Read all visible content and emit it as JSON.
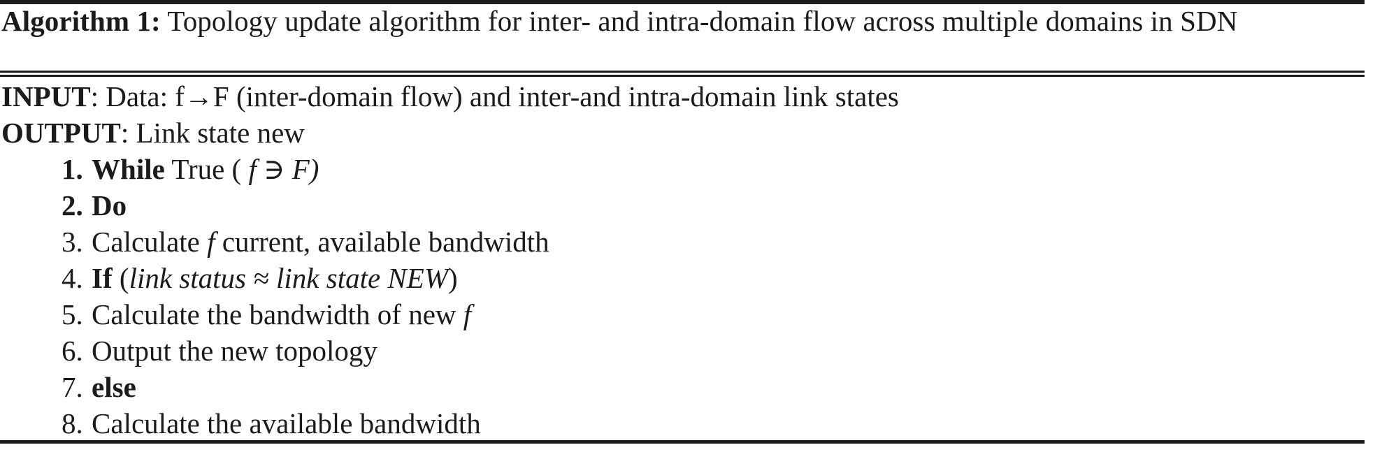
{
  "document": {
    "kind": "algorithm-float",
    "background_color": "#ffffff",
    "text_color": "#1b1b1b",
    "rule_color": "#1b1b1b"
  },
  "caption": {
    "label": "Algorithm 1:",
    "title": "Topology update algorithm for inter- and intra-domain flow across multiple domains in SDN"
  },
  "io": [
    {
      "label": "INPUT",
      "separator": ":",
      "text": "Data: f→F (inter-domain flow) and inter-and intra-domain link states"
    },
    {
      "label": "OUTPUT",
      "separator": ":",
      "text": "Link state new"
    }
  ],
  "steps": [
    {
      "number": "1.",
      "number_bold": true,
      "parts": [
        {
          "text": "While",
          "style": "bold"
        },
        {
          "text": " True ( ",
          "style": "normal"
        },
        {
          "text": "f",
          "style": "italic"
        },
        {
          "text": " ∋ ",
          "style": "normal"
        },
        {
          "text": "F)",
          "style": "italic"
        }
      ],
      "plain": "1. While True ( f ∋ F)"
    },
    {
      "number": "2.",
      "number_bold": true,
      "parts": [
        {
          "text": "Do",
          "style": "bold"
        }
      ],
      "plain": "2. Do"
    },
    {
      "number": "3.",
      "number_bold": false,
      "parts": [
        {
          "text": "Calculate ",
          "style": "normal"
        },
        {
          "text": "f",
          "style": "italic"
        },
        {
          "text": " current, available bandwidth",
          "style": "normal"
        }
      ],
      "plain": "3. Calculate f current, available bandwidth"
    },
    {
      "number": "4.",
      "number_bold": false,
      "parts": [
        {
          "text": "If",
          "style": "bold"
        },
        {
          "text": " (",
          "style": "normal"
        },
        {
          "text": "link status",
          "style": "italic"
        },
        {
          "text": " ≈ ",
          "style": "italic"
        },
        {
          "text": "link state NEW",
          "style": "italic"
        },
        {
          "text": ")",
          "style": "normal"
        }
      ],
      "plain": "4. If (link status ≈ link state NEW)"
    },
    {
      "number": "5.",
      "number_bold": false,
      "parts": [
        {
          "text": "Calculate the bandwidth of new ",
          "style": "normal"
        },
        {
          "text": "f",
          "style": "italic"
        }
      ],
      "plain": "5. Calculate the bandwidth of new f"
    },
    {
      "number": "6.",
      "number_bold": false,
      "parts": [
        {
          "text": "Output the new topology",
          "style": "normal"
        }
      ],
      "plain": "6. Output the new topology"
    },
    {
      "number": "7.",
      "number_bold": false,
      "parts": [
        {
          "text": "else",
          "style": "bold"
        }
      ],
      "plain": "7. else"
    },
    {
      "number": "8.",
      "number_bold": false,
      "parts": [
        {
          "text": "Calculate the available bandwidth",
          "style": "normal"
        }
      ],
      "plain": "8. Calculate the available bandwidth"
    }
  ]
}
